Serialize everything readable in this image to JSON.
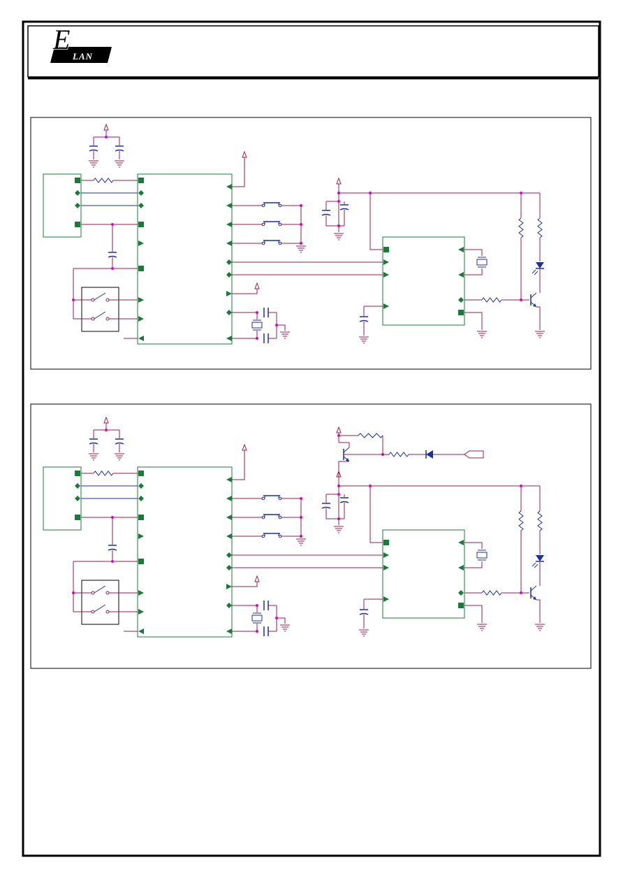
{
  "header": {
    "logo_letter": "E",
    "logo_text": "LAN"
  },
  "colors": {
    "wire": "#9b1b4a",
    "component": "#1c2f9c",
    "pin": "#1a7a3a",
    "junction": "#e000e0",
    "frame": "#000000"
  },
  "diagrams": [
    {
      "id": "circuit-1",
      "variant": "basic"
    },
    {
      "id": "circuit-2",
      "variant": "with-input-stage"
    }
  ]
}
